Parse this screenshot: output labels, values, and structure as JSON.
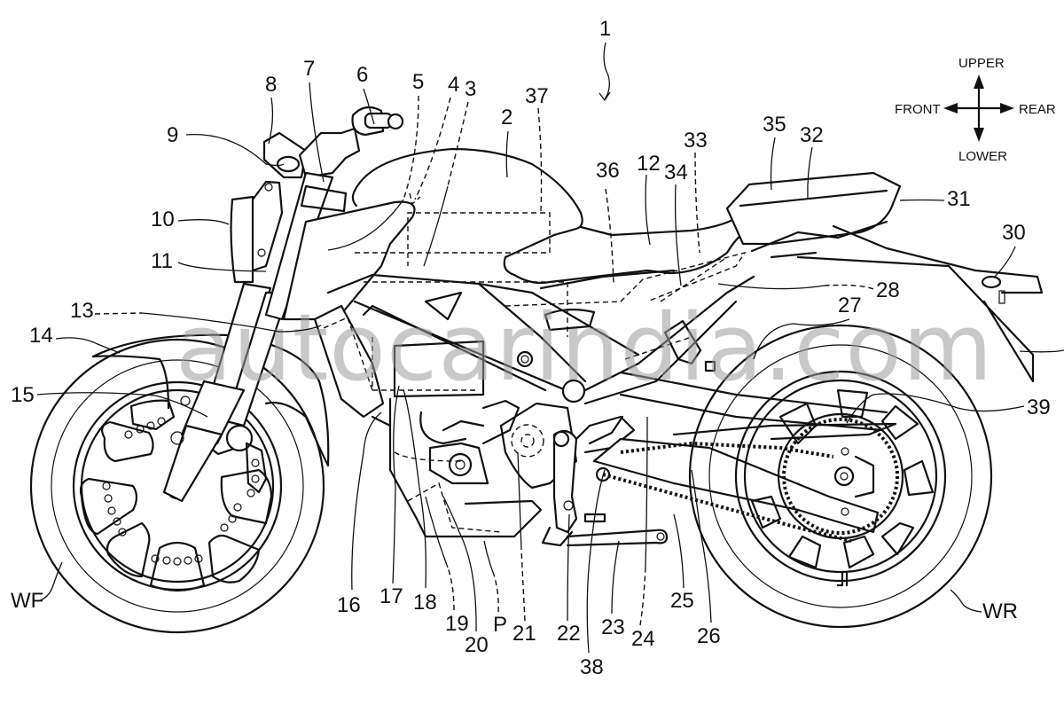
{
  "figure": {
    "type": "patent-line-drawing",
    "subject": "motorcycle side view",
    "watermark": "autocarindia.com"
  },
  "orientation": {
    "upper": "UPPER",
    "lower": "LOWER",
    "front": "FRONT",
    "rear": "REAR"
  },
  "labels": {
    "l1": "1",
    "l2": "2",
    "l3": "3",
    "l4": "4",
    "l5": "5",
    "l6": "6",
    "l7": "7",
    "l8": "8",
    "l9": "9",
    "l10": "10",
    "l11": "11",
    "l12": "12",
    "l13": "13",
    "l14": "14",
    "l15": "15",
    "l16": "16",
    "l17": "17",
    "l18": "18",
    "l19": "19",
    "l20": "20",
    "l21": "21",
    "l22": "22",
    "l23": "23",
    "l24": "24",
    "l25": "25",
    "l26": "26",
    "l27": "27",
    "l28": "28",
    "l30": "30",
    "l31": "31",
    "l32": "32",
    "l33": "33",
    "l34": "34",
    "l35": "35",
    "l36": "36",
    "l37": "37",
    "l38": "38",
    "l39": "39",
    "lP": "P",
    "lWF": "WF",
    "lWR": "WR"
  }
}
